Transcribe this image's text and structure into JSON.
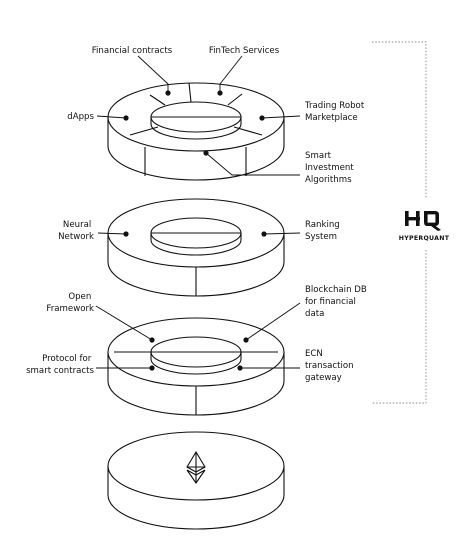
{
  "layers": [
    {
      "id": "applications",
      "labels": [
        {
          "key": "financial-contracts",
          "lines": [
            "Financial contracts"
          ]
        },
        {
          "key": "fintech-services",
          "lines": [
            "FinTech Services"
          ]
        },
        {
          "key": "dapps",
          "lines": [
            "dApps"
          ]
        },
        {
          "key": "trading-robot-marketplace",
          "lines": [
            "Trading Robot",
            "Marketplace"
          ]
        },
        {
          "key": "smart-investment-algorithms",
          "lines": [
            "Smart",
            "Investment",
            "Algorithms"
          ]
        }
      ]
    },
    {
      "id": "intelligence",
      "labels": [
        {
          "key": "neural-network",
          "lines": [
            "Neural",
            "Network"
          ]
        },
        {
          "key": "ranking-system",
          "lines": [
            "Ranking",
            "System"
          ]
        }
      ]
    },
    {
      "id": "infrastructure",
      "labels": [
        {
          "key": "open-framework",
          "lines": [
            "Open",
            "Framework"
          ]
        },
        {
          "key": "blockchain-db",
          "lines": [
            "Blockchain DB",
            "for financial",
            "data"
          ]
        },
        {
          "key": "protocol-smart-contracts",
          "lines": [
            "Protocol for",
            "smart contracts"
          ]
        },
        {
          "key": "ecn-gateway",
          "lines": [
            "ECN",
            "transaction",
            "gateway"
          ]
        }
      ]
    }
  ],
  "base": {
    "icon": "ethereum-icon"
  },
  "brand": {
    "mark": "HQ",
    "name": "HYPERQUANT"
  },
  "colors": {
    "stroke": "#111111",
    "bracket": "#888888",
    "background": "#ffffff"
  }
}
